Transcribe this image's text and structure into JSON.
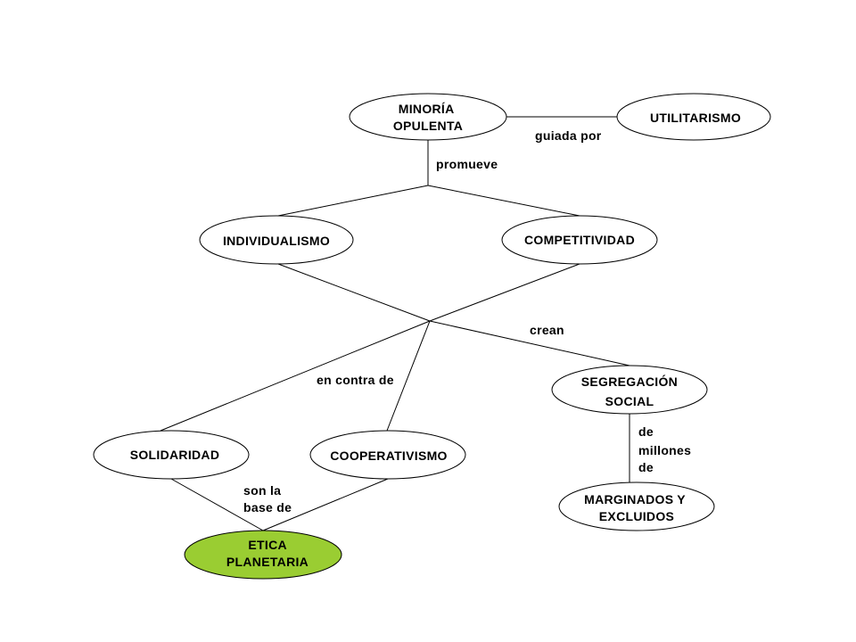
{
  "colors": {
    "background": "#ffffff",
    "stroke": "#000000",
    "highlight_fill": "#9acd32"
  },
  "nodes": {
    "minoria_opulenta": [
      "MINORÍA",
      "OPULENTA"
    ],
    "utilitarismo": [
      "UTILITARISMO"
    ],
    "individualismo": [
      "INDIVIDUALISMO"
    ],
    "competitividad": [
      "COMPETITIVIDAD"
    ],
    "segregacion_social": [
      "SEGREGACIÓN",
      "SOCIAL"
    ],
    "solidaridad": [
      "SOLIDARIDAD"
    ],
    "cooperativismo": [
      "COOPERATIVISMO"
    ],
    "marginados_excluidos": [
      "MARGINADOS Y",
      "EXCLUIDOS"
    ],
    "etica_planetaria": [
      "ETICA",
      "PLANETARIA"
    ]
  },
  "edge_labels": {
    "guiada_por": [
      "guiada por"
    ],
    "promueve": [
      "promueve"
    ],
    "crean": [
      "crean"
    ],
    "en_contra_de": [
      "en contra de"
    ],
    "de_millones_de": [
      "de",
      "millones",
      "de"
    ],
    "son_la_base_de": [
      "son la",
      "base de"
    ]
  }
}
